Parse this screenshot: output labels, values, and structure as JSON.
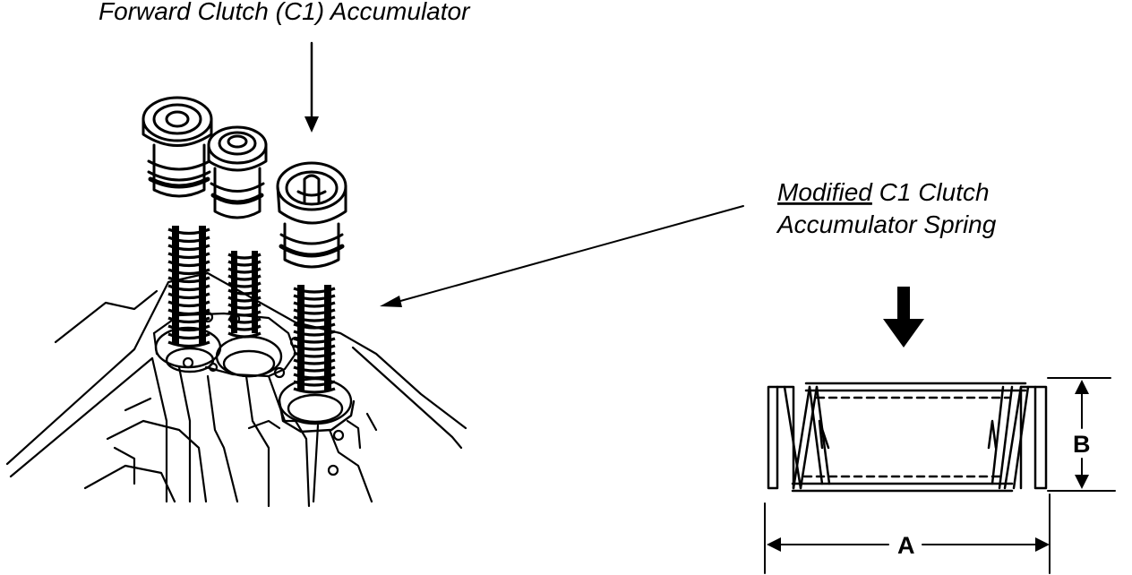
{
  "labels": {
    "top_label": "Forward Clutch (C1) Accumulator",
    "modified_word": "Modified",
    "spring_label_line1_rest": " C1 Clutch",
    "spring_label_line2": "Accumulator Spring"
  },
  "dimensions": {
    "length_label": "A",
    "height_label": "B"
  }
}
